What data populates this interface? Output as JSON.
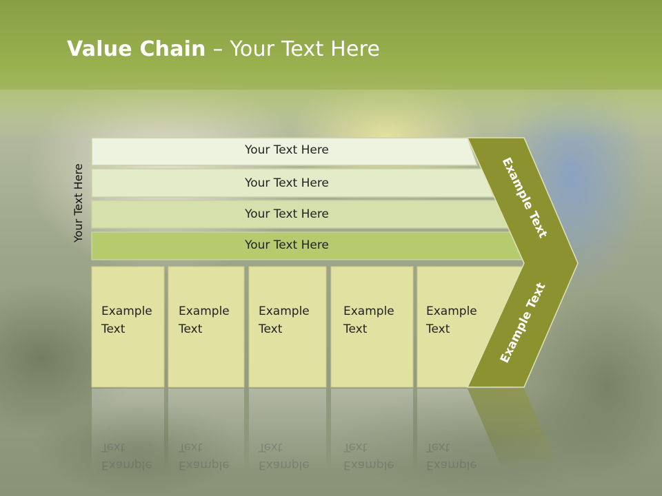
{
  "slide": {
    "title_bold": "Value Chain",
    "title_rest": " – Your Text Here",
    "side_label": "Your Text Here",
    "rows": [
      "Your Text Here",
      "Your Text Here",
      "Your Text Here",
      "Your Text Here"
    ],
    "boxes": [
      "Example Text",
      "Example Text",
      "Example Text",
      "Example Text",
      "Example Text"
    ],
    "chevron_top": "Example Text",
    "chevron_bottom": "Example Text"
  },
  "colors": {
    "header_green": "#8fa640",
    "chevron": "#8c9230",
    "box_fill": "#e1e1a1",
    "row_fill_light": "#edf2dd",
    "row_fill_dark": "#b5c96d"
  }
}
